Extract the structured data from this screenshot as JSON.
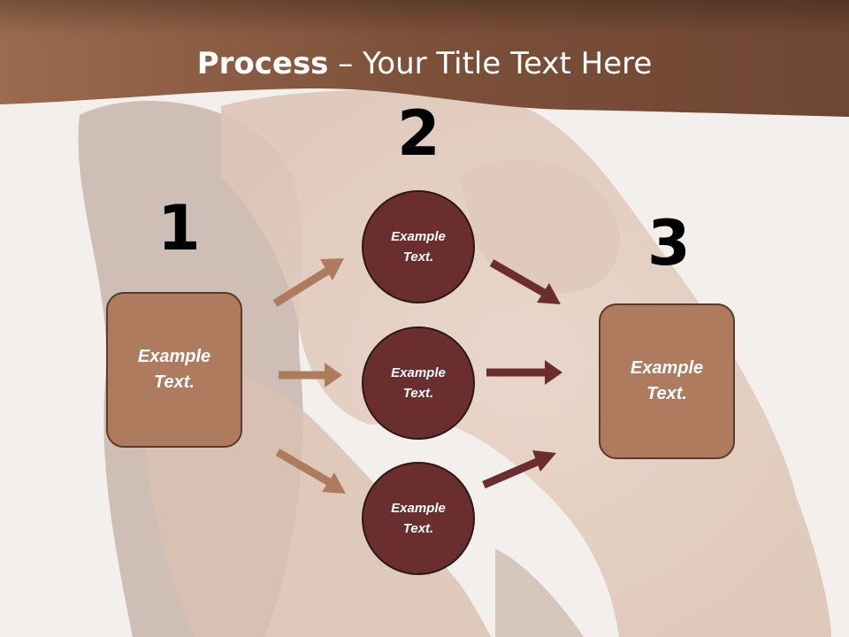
{
  "title": {
    "bold": "Process",
    "rest": " – Your Title Text Here"
  },
  "numbers": [
    "1",
    "2",
    "3"
  ],
  "left_box": {
    "text": "Example Text."
  },
  "right_box": {
    "text": "Example Text."
  },
  "circles": [
    {
      "text": "Example Text."
    },
    {
      "text": "Example Text."
    },
    {
      "text": "Example Text."
    }
  ],
  "colors": {
    "header": "#8b5a3e",
    "box_fill": "#ae7b5e",
    "circle_fill": "#6a2e2f",
    "arrow_light": "#ae7b5e",
    "arrow_dark": "#6a2e2f"
  },
  "icons": [
    "arrow-up-right",
    "arrow-right",
    "arrow-down-right"
  ]
}
